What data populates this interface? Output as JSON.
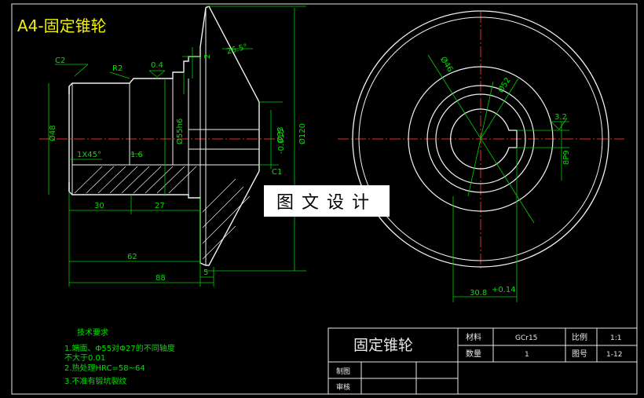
{
  "drawing_title": "A4-固定锥轮",
  "watermark": "图文设计",
  "part_view": {
    "dims": {
      "c2": "C2",
      "r2": "R2",
      "ra_04": "0.4",
      "d2": "2",
      "angle": "26.5°",
      "d48": "Ø48",
      "d55": "Ø55h6",
      "d33": "Ø33",
      "d120": "Ø120",
      "chamfer": "1X45°",
      "ra_16": "1.6",
      "c1": "C1",
      "len30": "30",
      "len27": "27",
      "len62": "62",
      "len88": "88",
      "len5": "5"
    }
  },
  "end_view": {
    "dims": {
      "d46": "Ø46",
      "d52": "Ø52",
      "ra_32": "3.2",
      "key_depth": "30.8",
      "key_tol": "+0.14",
      "key_width": "8P9",
      "d_tol": "-0.015"
    }
  },
  "tech_requirements": {
    "heading": "技术要求",
    "items": [
      "1.端面、Φ55对Φ27的不同轴度",
      "不大于0.01",
      "2.热处理HRC=58~64",
      "3.不准有锻坑裂纹"
    ]
  },
  "title_block": {
    "part_name": "固定锥轮",
    "material_label": "材料",
    "material_value": "GCr15",
    "scale_label": "比例",
    "scale_value": "1:1",
    "qty_label": "数量",
    "qty_value": "1",
    "drawing_no_label": "图号",
    "drawing_no_value": "1-12",
    "drawn_label": "制图",
    "checked_label": "审核"
  }
}
